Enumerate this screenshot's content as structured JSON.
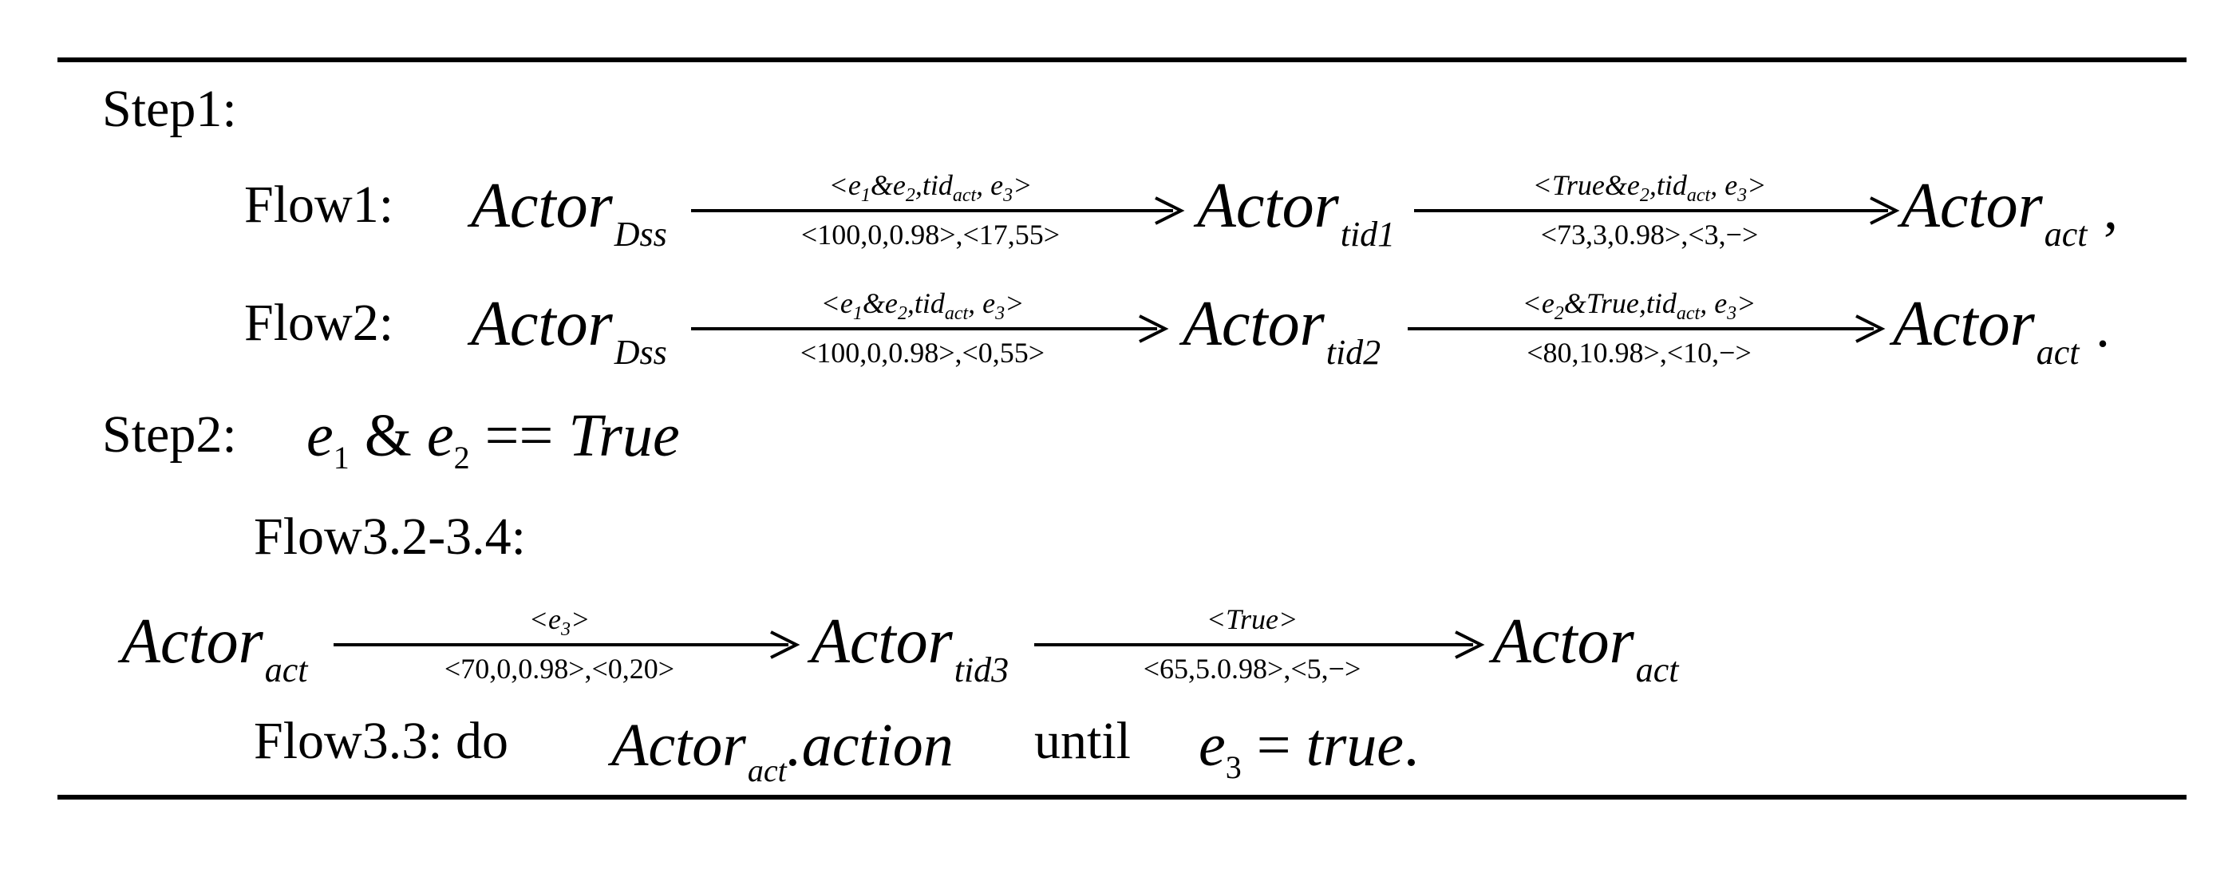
{
  "steps": {
    "step1": "Step1:",
    "step2": "Step2:"
  },
  "flows": {
    "flow1": "Flow1:",
    "flow2": "Flow2:",
    "flow3": "Flow3.2-3.4:",
    "flow33_prefix": "Flow3.3: do",
    "flow33_until": "until"
  },
  "actors": {
    "base": "Actor",
    "dss": "Dss",
    "tid1": "tid1",
    "tid2": "tid2",
    "tid3": "tid3",
    "act": "act"
  },
  "arrows": {
    "flow1_a": {
      "top_pre": "<",
      "top_e1": "e",
      "top_mid": "&e",
      "top_tid": ",tid",
      "top_act": "act",
      "top_e3": ", e",
      "top_end": ">",
      "bottom": "<100,0,0.98>,<17,55>"
    },
    "flow1_b": {
      "top": "<True&e2 ,tid act , e3>",
      "bottom": "<73,3,0.98>,<3,−>"
    },
    "flow2_a": {
      "top": "<e1&e2 ,tid act , e3>",
      "bottom": "<100,0,0.98>,<0,55>"
    },
    "flow2_b": {
      "top": "<e2&True,tid act , e3>",
      "bottom": "<80,10.98>,<10,−>"
    },
    "flow3_a": {
      "top": "<e3>",
      "bottom": "<70,0,0.98>,<0,20>"
    },
    "flow3_b": {
      "top": "<True>",
      "bottom": "<65,5.0.98>,<5,−>"
    }
  },
  "step2_condition": {
    "e": "e",
    "sub1": "1",
    "amp": "&",
    "sub2": "2",
    "op": "==",
    "value": "True"
  },
  "flow33": {
    "action": ".action",
    "e": "e",
    "sub3": "3",
    "op": "=",
    "value": "true"
  },
  "punctuation": {
    "comma": ",",
    "period": "."
  }
}
